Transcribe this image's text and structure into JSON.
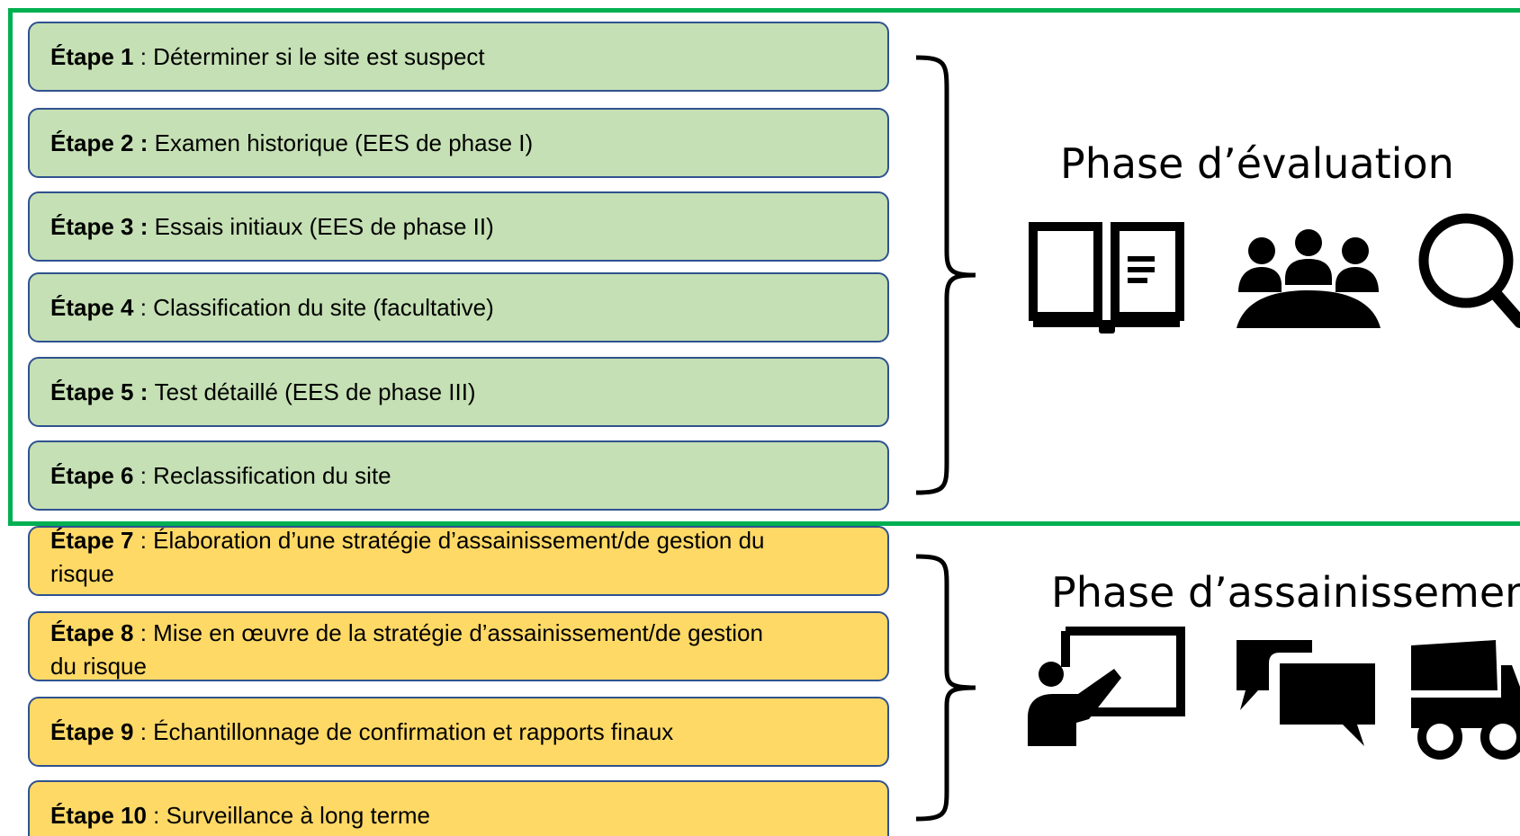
{
  "steps": [
    {
      "label": "Étape 1",
      "sep": " : ",
      "text": "Déterminer si le site est suspect",
      "color": "#c5e0b4"
    },
    {
      "label": "Étape 2 :",
      "sep": " ",
      "text": "Examen historique (EES de phase I)",
      "color": "#c5e0b4"
    },
    {
      "label": "Étape 3 :",
      "sep": " ",
      "text": "Essais initiaux (EES de phase II)",
      "color": "#c5e0b4"
    },
    {
      "label": "Étape 4",
      "sep": " : ",
      "text": "Classification du site (facultative)",
      "color": "#c5e0b4"
    },
    {
      "label": "Étape 5 :",
      "sep": " ",
      "text": "Test détaillé (EES de phase III)",
      "color": "#c5e0b4"
    },
    {
      "label": "Étape 6",
      "sep": " : ",
      "text": "Reclassification du site",
      "color": "#c5e0b4"
    },
    {
      "label": "Étape 7",
      "sep": " : ",
      "text": "Élaboration d’une stratégie d’assainissement/de gestion du",
      "text2": "risque",
      "color": "#ffd966"
    },
    {
      "label": "Étape 8",
      "sep": " : ",
      "text": "Mise en œuvre de la stratégie d’assainissement/de gestion",
      "text2": "du risque",
      "color": "#ffd966"
    },
    {
      "label": "Étape 9",
      "sep": " : ",
      "text": "Échantillonnage de confirmation et rapports finaux",
      "color": "#ffd966"
    },
    {
      "label": "Étape 10",
      "sep": " : ",
      "text": "Surveillance à long terme",
      "color": "#ffd966"
    }
  ],
  "phases": {
    "evaluation": {
      "title": "Phase d’évaluation",
      "icons": [
        "open-book-icon",
        "meeting-group-icon",
        "magnifier-icon"
      ]
    },
    "assainissement": {
      "title": "Phase d’assainissement",
      "icons": [
        "presenter-icon",
        "chat-bubbles-icon",
        "dump-truck-icon"
      ]
    }
  },
  "colors": {
    "frame": "#00b050",
    "green_box": "#c5e0b4",
    "yellow_box": "#ffd966",
    "box_border": "#2f528f"
  }
}
